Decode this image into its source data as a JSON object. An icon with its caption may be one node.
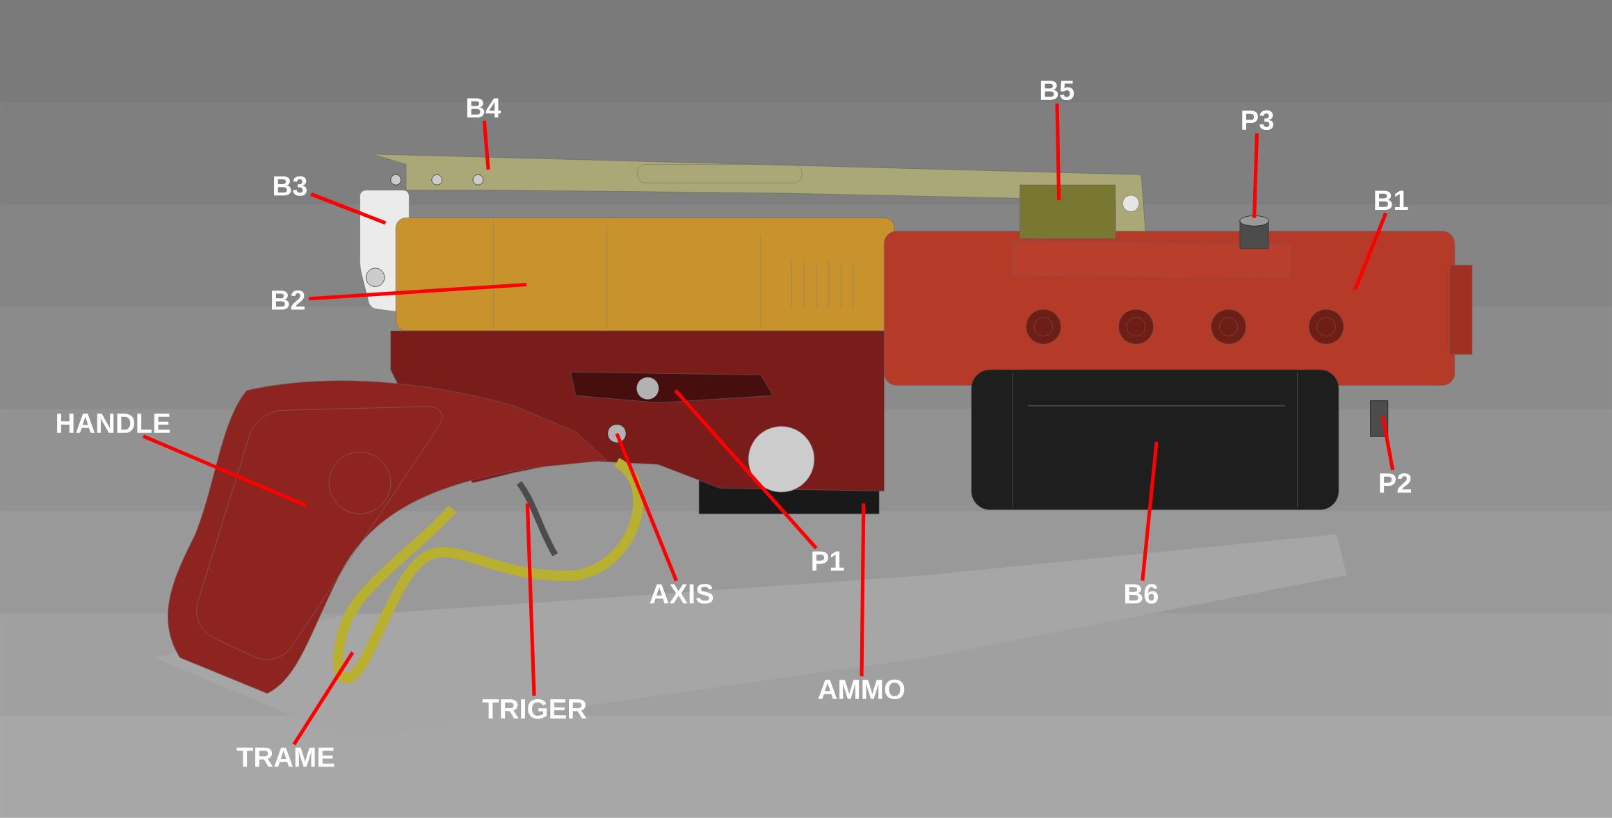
{
  "diagram": {
    "nodes": [
      {
        "text": [
          "B4"
        ]
      },
      {
        "text": [
          "B5"
        ]
      },
      {
        "text": [
          "P3"
        ]
      },
      {
        "text": [
          "B3"
        ]
      },
      {
        "text": [
          "B1"
        ]
      },
      {
        "text": [
          "B2"
        ]
      },
      {
        "text": [
          "HANDLE"
        ]
      },
      {
        "text": [
          "P2"
        ]
      },
      {
        "text": [
          "P1"
        ]
      },
      {
        "text": [
          "AXIS"
        ]
      },
      {
        "text": [
          "B6"
        ]
      },
      {
        "text": [
          "AMMO"
        ]
      },
      {
        "text": [
          "TRIGER"
        ]
      },
      {
        "text": [
          "TRAME"
        ]
      }
    ],
    "edges": [
      {
        "from": 0,
        "to": null,
        "arrow": "none"
      },
      {
        "from": 1,
        "to": null,
        "arrow": "none"
      },
      {
        "from": 2,
        "to": null,
        "arrow": "none"
      },
      {
        "from": 3,
        "to": null,
        "arrow": "none"
      },
      {
        "from": 4,
        "to": null,
        "arrow": "none"
      },
      {
        "from": 5,
        "to": null,
        "arrow": "none"
      },
      {
        "from": 6,
        "to": null,
        "arrow": "none"
      },
      {
        "from": 7,
        "to": null,
        "arrow": "none"
      },
      {
        "from": 8,
        "to": null,
        "arrow": "none"
      },
      {
        "from": 9,
        "to": null,
        "arrow": "none"
      },
      {
        "from": 10,
        "to": null,
        "arrow": "none"
      },
      {
        "from": 11,
        "to": null,
        "arrow": "none"
      },
      {
        "from": 12,
        "to": null,
        "arrow": "none"
      },
      {
        "from": 13,
        "to": null,
        "arrow": "none"
      }
    ]
  }
}
